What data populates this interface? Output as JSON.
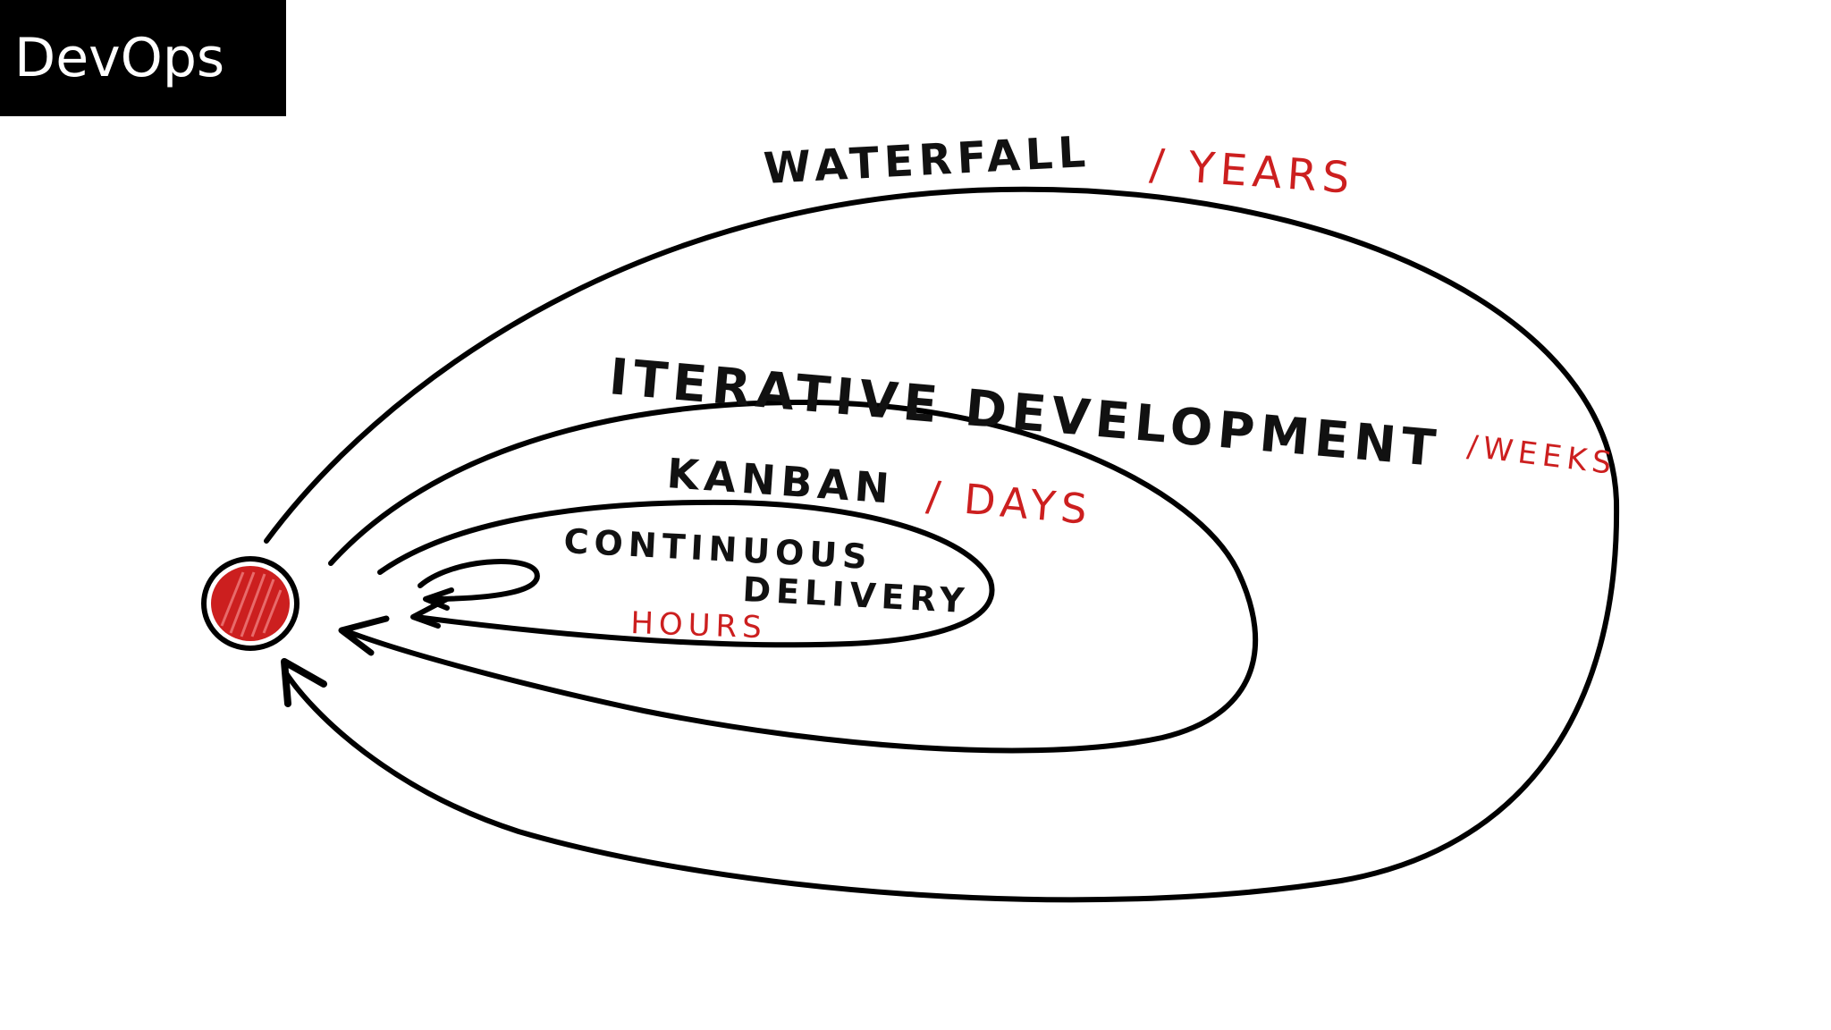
{
  "slide": {
    "title": "DevOps"
  },
  "diagram": {
    "accent_color": "#cc1f1f",
    "loops": [
      {
        "name": "WATERFALL",
        "period": "/ YEARS"
      },
      {
        "name": "ITERATIVE DEVELOPMENT",
        "period": "/WEEKS"
      },
      {
        "name": "KANBAN",
        "period": "/ DAYS"
      },
      {
        "name_line1": "CONTINUOUS",
        "name_line2": "DELIVERY",
        "period": "HOURS"
      }
    ]
  }
}
